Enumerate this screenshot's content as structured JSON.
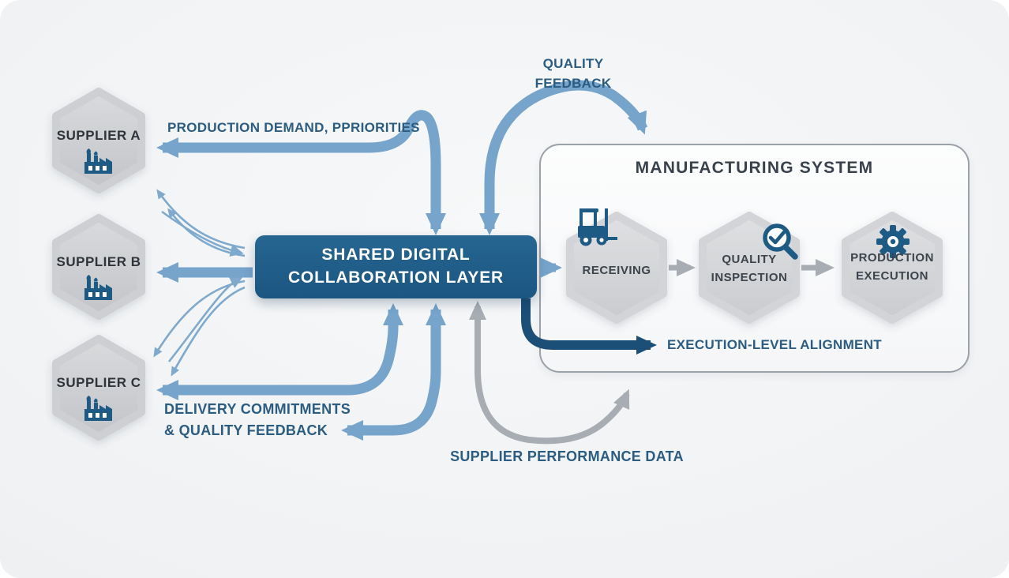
{
  "suppliers": {
    "a": "SUPPLIER A",
    "b": "SUPPLIER B",
    "c": "SUPPLIER C"
  },
  "collab": {
    "line1": "SHARED DIGITAL",
    "line2": "COLLABORATION LAYER"
  },
  "manufacturing": {
    "title": "MANUFACTURING SYSTEM",
    "steps": {
      "receiving": "RECEIVING",
      "quality": "QUALITY INSPECTION",
      "production": "PRODUCTION EXECUTION"
    }
  },
  "labels": {
    "production_demand": "PRODUCTION DEMAND, PPRIORITIES",
    "quality_feedback_1": "QUALITY",
    "quality_feedback_2": "FEEDBACK",
    "delivery_1": "DELIVERY COMMITMENTS",
    "delivery_2": "& QUALITY FEEDBACK",
    "supplier_performance": "SUPPLIER PERFORMANCE DATA",
    "execution_alignment": "EXECUTION-LEVEL ALIGNMENT"
  },
  "icons": {
    "supplier": "factory-icon",
    "receiving": "forklift-icon",
    "quality": "magnifier-check-icon",
    "production": "gear-icon"
  },
  "colors": {
    "arrow_blue": "#76a4cb",
    "arrow_thin_blue": "#7fa9cd",
    "arrow_gray": "#a8adb4",
    "arrow_navy": "#1b4f77",
    "collab_box": "#1f5b86",
    "label_navy": "#2b5c81",
    "label_dark": "#343c46",
    "hex_gray": "#cdcfd2",
    "icon_navy": "#1d5a84",
    "canvas_bg": "#eef0f2",
    "mfg_box_bg": "#fbfcfd",
    "mfg_box_border": "#9ba1a8"
  }
}
